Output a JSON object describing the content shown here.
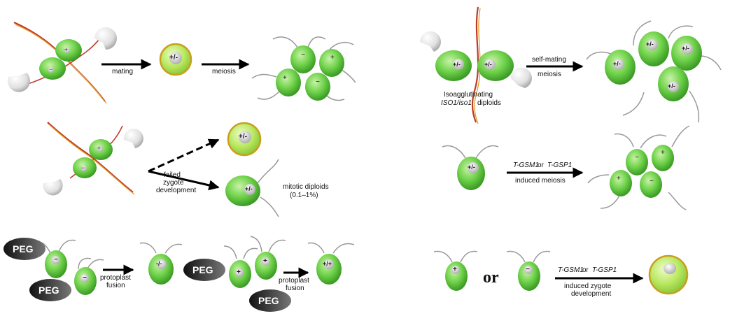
{
  "labels": {
    "mating": "mating",
    "meiosis1": "meiosis",
    "self_mating": "self-mating",
    "meiosis2": "meiosis",
    "iso_line1": "Isoagglutinating",
    "iso_line2_italic": "ISO1/iso1",
    "iso_line2_rest": "diploids",
    "failed": "failed",
    "zygote": "zygote",
    "development": "development",
    "mitotic_diploids": "mitotic diploids",
    "mitotic_pct": "(0.1–1%)",
    "tgsm1": "T-GSM1",
    "or_word": "or",
    "tgsp1": "T-GSP1",
    "induced_meiosis": "induced meiosis",
    "protoplast": "protoplast",
    "fusion": "fusion",
    "peg": "PEG",
    "or_big": "or",
    "induced_zygote": "induced zygote",
    "zyg_development": "development"
  },
  "mating_types": {
    "plus": "+",
    "minus": "−",
    "diploid_pm": "+/-",
    "diploid_mm": "-/-",
    "diploid_pp": "+/+"
  },
  "colors": {
    "cell_green": "#5cc83c",
    "cell_light": "#c9f2a8",
    "zygote_wall": "#c8a020",
    "filament_red": "#c0392b",
    "filament_gold": "#e0a020"
  }
}
